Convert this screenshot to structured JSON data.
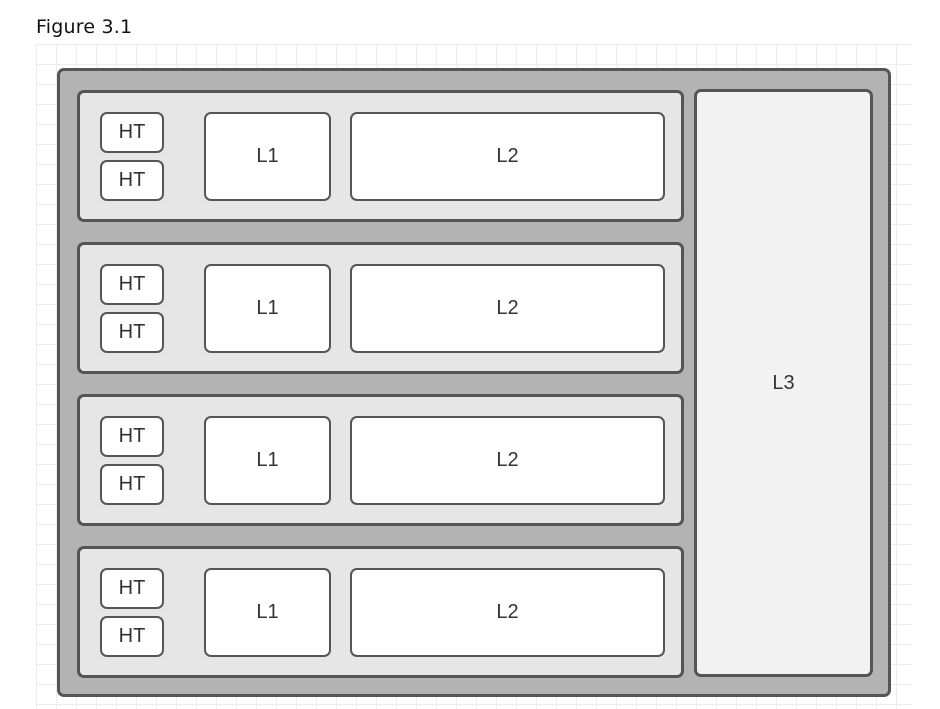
{
  "caption": "Figure 3.1",
  "cores": [
    {
      "ht_top": "HT",
      "ht_bottom": "HT",
      "l1": "L1",
      "l2": "L2"
    },
    {
      "ht_top": "HT",
      "ht_bottom": "HT",
      "l1": "L1",
      "l2": "L2"
    },
    {
      "ht_top": "HT",
      "ht_bottom": "HT",
      "l1": "L1",
      "l2": "L2"
    },
    {
      "ht_top": "HT",
      "ht_bottom": "HT",
      "l1": "L1",
      "l2": "L2"
    }
  ],
  "shared_cache": "L3",
  "colors": {
    "chip_fill": "#b3b3b3",
    "core_fill": "#e6e6e6",
    "cache_fill": "#ffffff",
    "l3_fill": "#f2f2f2",
    "stroke": "#555555"
  }
}
